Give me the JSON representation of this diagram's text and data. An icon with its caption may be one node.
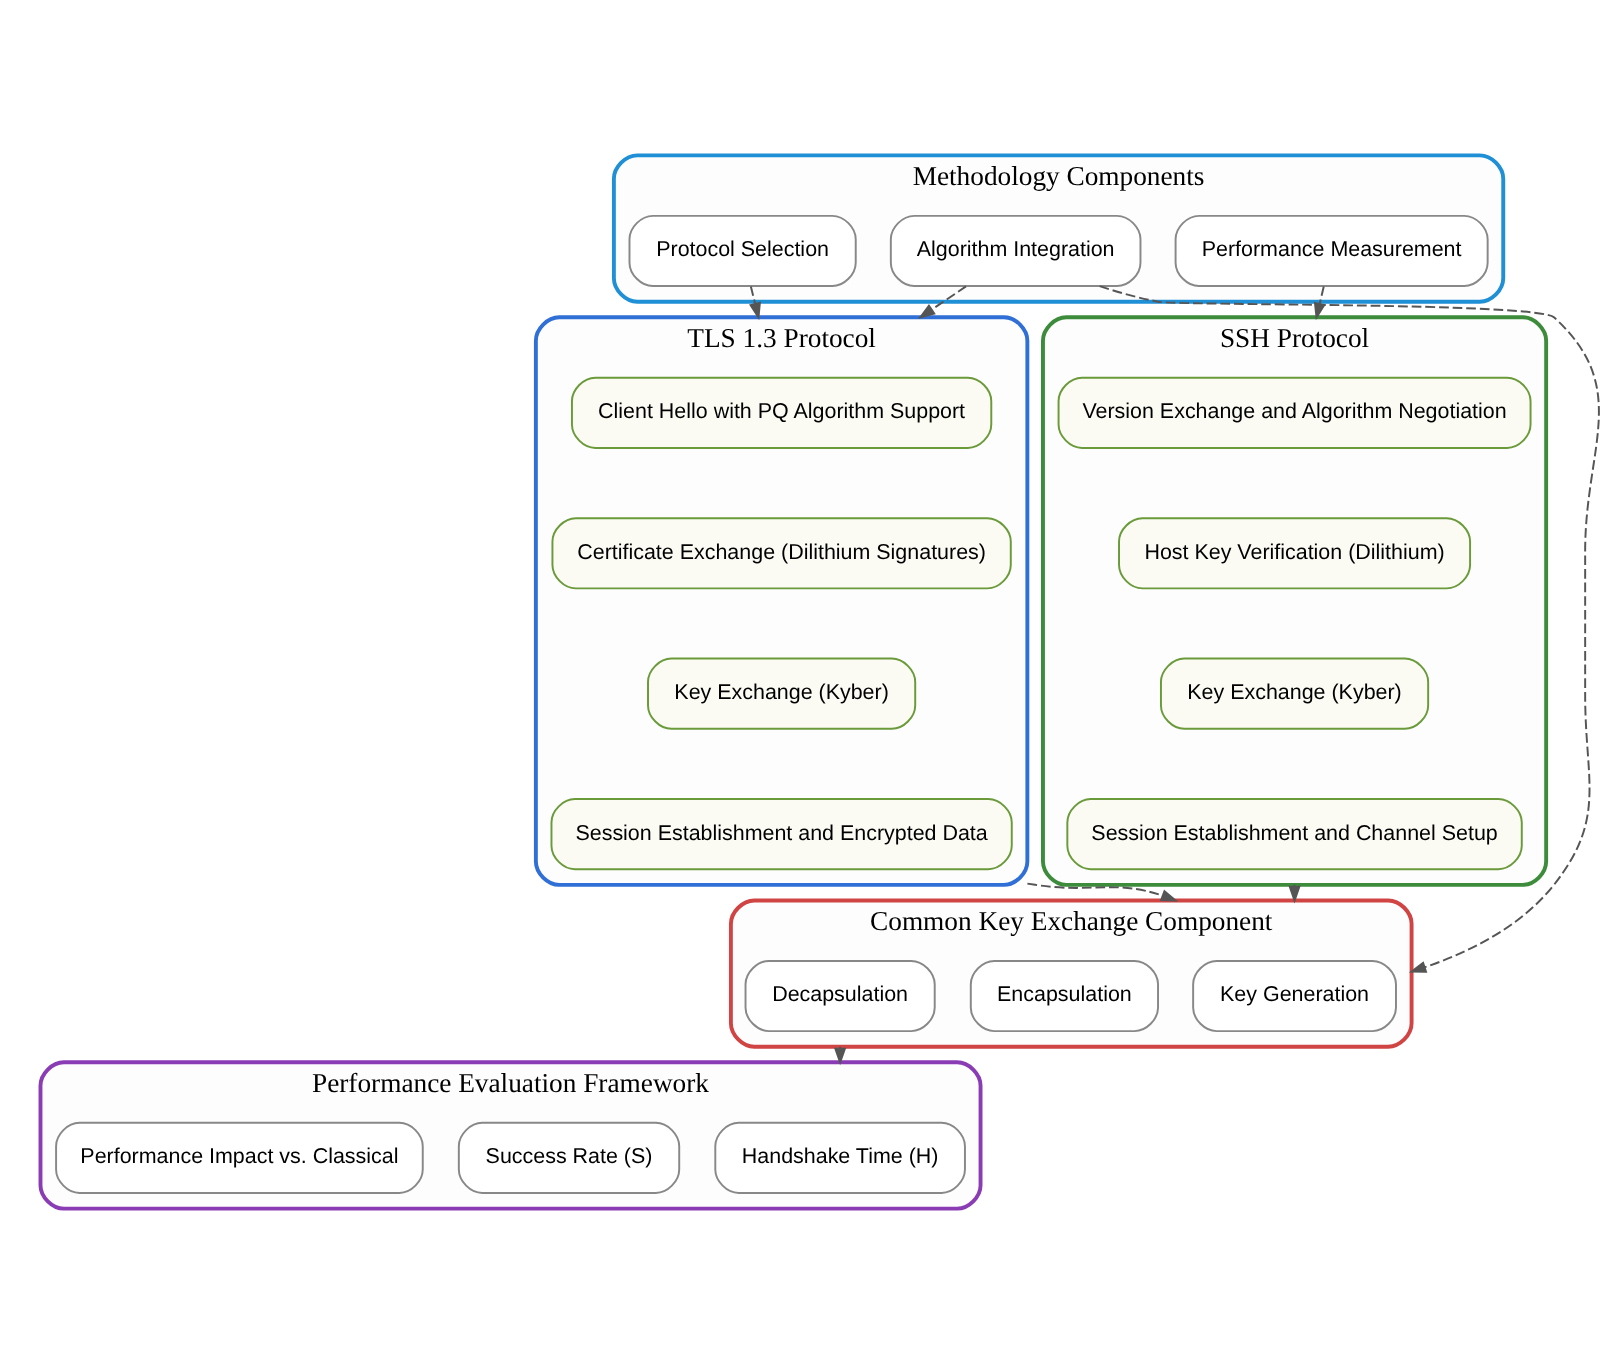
{
  "diagram": {
    "nodes": [
      {
        "text": [
          "Methodology Components"
        ]
      },
      {
        "text": [
          "Protocol Selection"
        ],
        "in": 0
      },
      {
        "text": [
          "Algorithm Integration"
        ],
        "in": 0
      },
      {
        "text": [
          "Performance Measurement"
        ],
        "in": 0
      },
      {
        "text": [
          "TLS 1.3 Protocol"
        ]
      },
      {
        "text": [
          "Client Hello with PQ Algorithm Support"
        ],
        "in": 4
      },
      {
        "text": [
          "Certificate Exchange (Dilithium Signatures)"
        ],
        "in": 4
      },
      {
        "text": [
          "Key Exchange (Kyber)"
        ],
        "in": 4
      },
      {
        "text": [
          "Session Establishment and Encrypted Data"
        ],
        "in": 4
      },
      {
        "text": [
          "SSH Protocol"
        ]
      },
      {
        "text": [
          "Version Exchange and Algorithm Negotiation"
        ],
        "in": 9
      },
      {
        "text": [
          "Host Key Verification (Dilithium)"
        ],
        "in": 9
      },
      {
        "text": [
          "Key Exchange (Kyber)"
        ],
        "in": 9
      },
      {
        "text": [
          "Session Establishment and Channel Setup"
        ],
        "in": 9
      },
      {
        "text": [
          "Common Key Exchange Component"
        ]
      },
      {
        "text": [
          "Key Generation"
        ],
        "in": 14
      },
      {
        "text": [
          "Encapsulation"
        ],
        "in": 14
      },
      {
        "text": [
          "Decapsulation"
        ],
        "in": 14
      },
      {
        "text": [
          "Performance Evaluation Framework"
        ]
      },
      {
        "text": [
          "Handshake Time (H)"
        ],
        "in": 18
      },
      {
        "text": [
          "Success Rate (S)"
        ],
        "in": 18
      },
      {
        "text": [
          "Performance Impact vs. Classical"
        ],
        "in": 18
      }
    ],
    "edges": [
      {
        "from": 1,
        "to": 4,
        "arrow": "to",
        "style": "dashed"
      },
      {
        "from": 2,
        "to": 4,
        "arrow": "to",
        "style": "dashed"
      },
      {
        "from": 2,
        "to": 14,
        "arrow": "to",
        "style": "dashed"
      },
      {
        "from": 3,
        "to": 9,
        "arrow": "to",
        "style": "dashed"
      },
      {
        "from": 4,
        "to": 14,
        "arrow": "to",
        "style": "dashed"
      },
      {
        "from": 9,
        "to": 14,
        "arrow": "to",
        "style": "dashed"
      },
      {
        "from": 14,
        "to": 18,
        "arrow": "to",
        "style": "dashed"
      }
    ]
  }
}
